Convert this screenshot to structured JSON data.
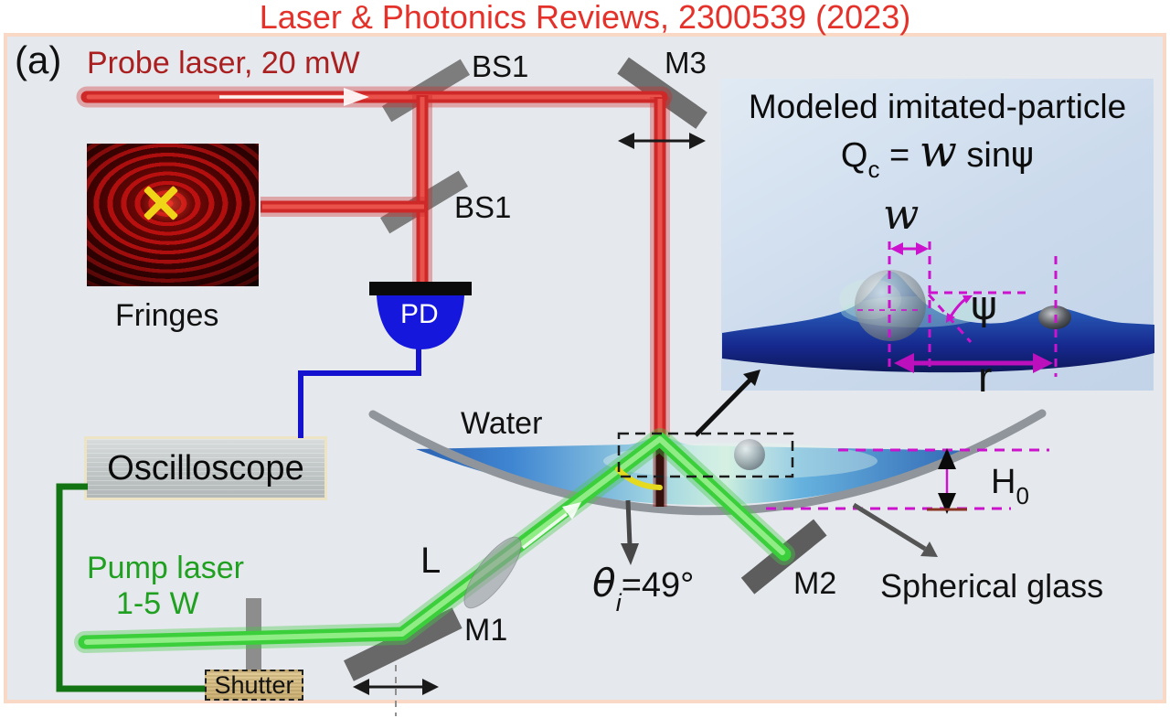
{
  "header": {
    "title": "Laser & Photonics Reviews, 2300539 (2023)"
  },
  "figure_label": "(a)",
  "optics": {
    "probe_laser": "Probe laser, 20 mW",
    "bs1_top": "BS1",
    "bs1_mid": "BS1",
    "m3": "M3",
    "m1": "M1",
    "m2": "M2",
    "lens": "L",
    "pd": "PD",
    "fringes": "Fringes",
    "oscilloscope": "Oscilloscope",
    "pump_laser_line1": "Pump laser",
    "pump_laser_line2": "1-5 W",
    "shutter": "Shutter",
    "water": "Water",
    "spherical_glass": "Spherical glass",
    "incident_angle": {
      "theta": "θ",
      "sub": "i",
      "value": "=49°"
    },
    "water_depth": {
      "symbol": "H",
      "sub": "0"
    }
  },
  "inset": {
    "title": "Modeled imitated-particle",
    "equation": {
      "q": "Q",
      "q_sub": "c",
      "equals": " = ",
      "w": "w",
      "sin": " sin",
      "psi": "ψ"
    },
    "annotations": {
      "width": "w",
      "slope_angle": "ψ",
      "distance": "r"
    }
  },
  "colors": {
    "title_red": "#e4322b",
    "probe_text_red": "#aa1f1f",
    "pump_text_green": "#20a020",
    "probe_beam_red": "#cf2828",
    "pump_beam_green": "#3bcf3b",
    "signal_wire_blue": "#1512cf",
    "trigger_wire_green": "#137413",
    "annotation_magenta": "#cc12cc",
    "water_blue": "#3f86d2",
    "glass_gray": "#8f959b",
    "mirror_gray": "#6f6f6f",
    "pd_blue": "#1518dc",
    "angle_arc_yellow": "#e6da1e",
    "panel_bg": "#e5e9ed",
    "panel_border": "#f9d9c5",
    "inset_bg": "#cbdaec"
  }
}
